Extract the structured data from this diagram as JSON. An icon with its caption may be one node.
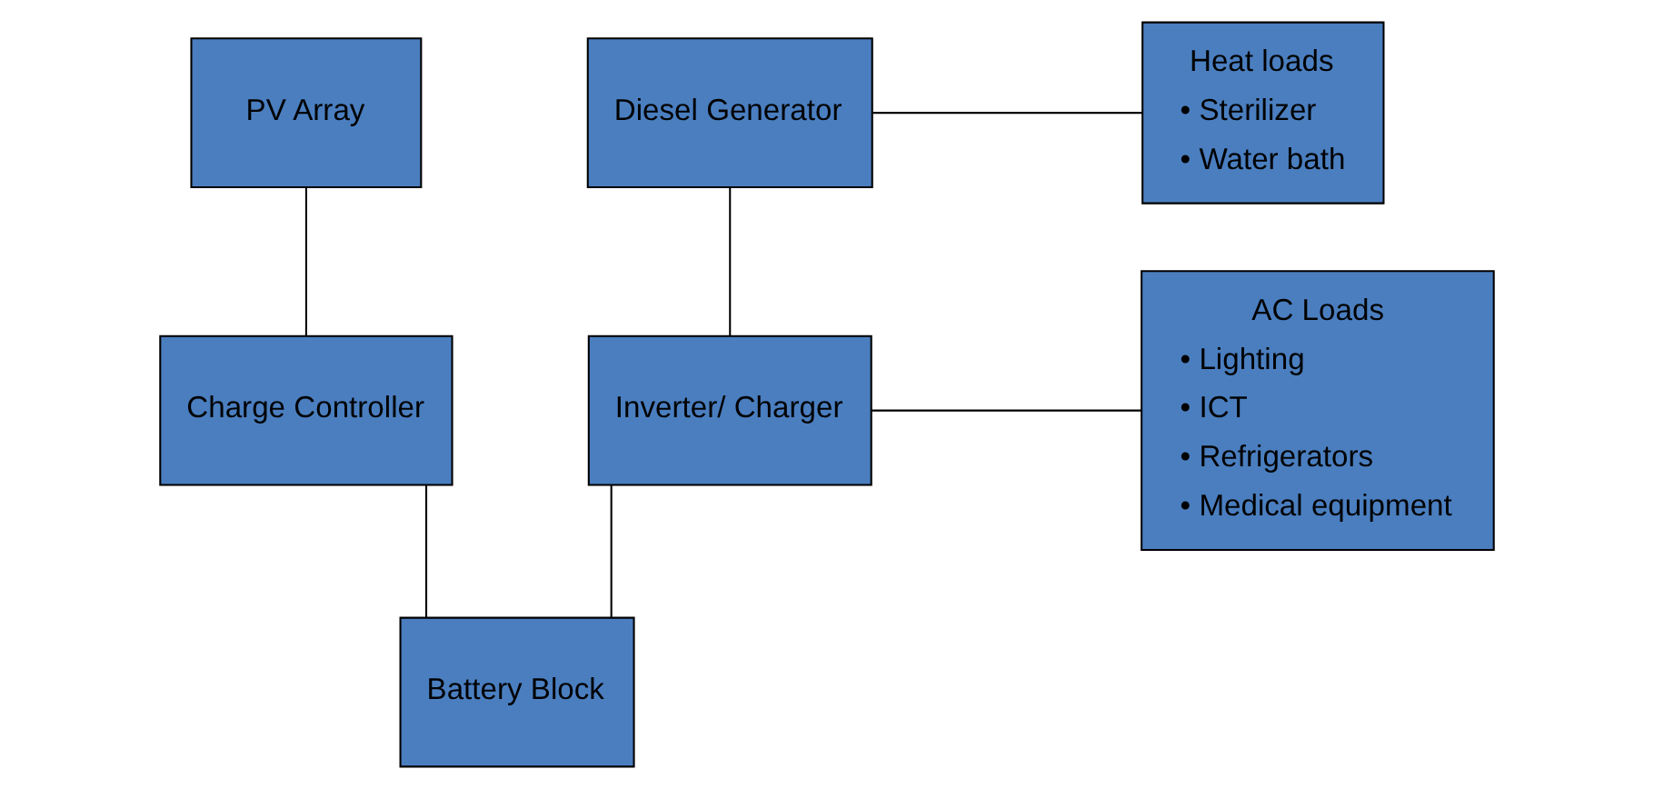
{
  "diagram": {
    "nodes": [
      {
        "text": [
          "PV Array"
        ]
      },
      {
        "text": [
          "Charge Controller"
        ]
      },
      {
        "text": [
          "Diesel Generator"
        ]
      },
      {
        "text": [
          "Inverter/ Charger"
        ]
      },
      {
        "text": [
          "Battery Block"
        ]
      },
      {
        "text": [
          "Heat loads",
          "• Sterilizer",
          "• Water bath"
        ]
      },
      {
        "text": [
          "AC Loads",
          "• Lighting",
          "• ICT",
          "• Refrigerators",
          "• Medical equipment"
        ]
      }
    ],
    "edges": [
      {
        "from": 0,
        "to": 1,
        "arrow": "none"
      },
      {
        "from": 2,
        "to": 5,
        "arrow": "none"
      },
      {
        "from": 2,
        "to": 3,
        "arrow": "none"
      },
      {
        "from": 3,
        "to": 6,
        "arrow": "none"
      },
      {
        "from": 3,
        "to": 4,
        "arrow": "none"
      },
      {
        "from": 1,
        "to": 4,
        "arrow": "none"
      }
    ]
  }
}
